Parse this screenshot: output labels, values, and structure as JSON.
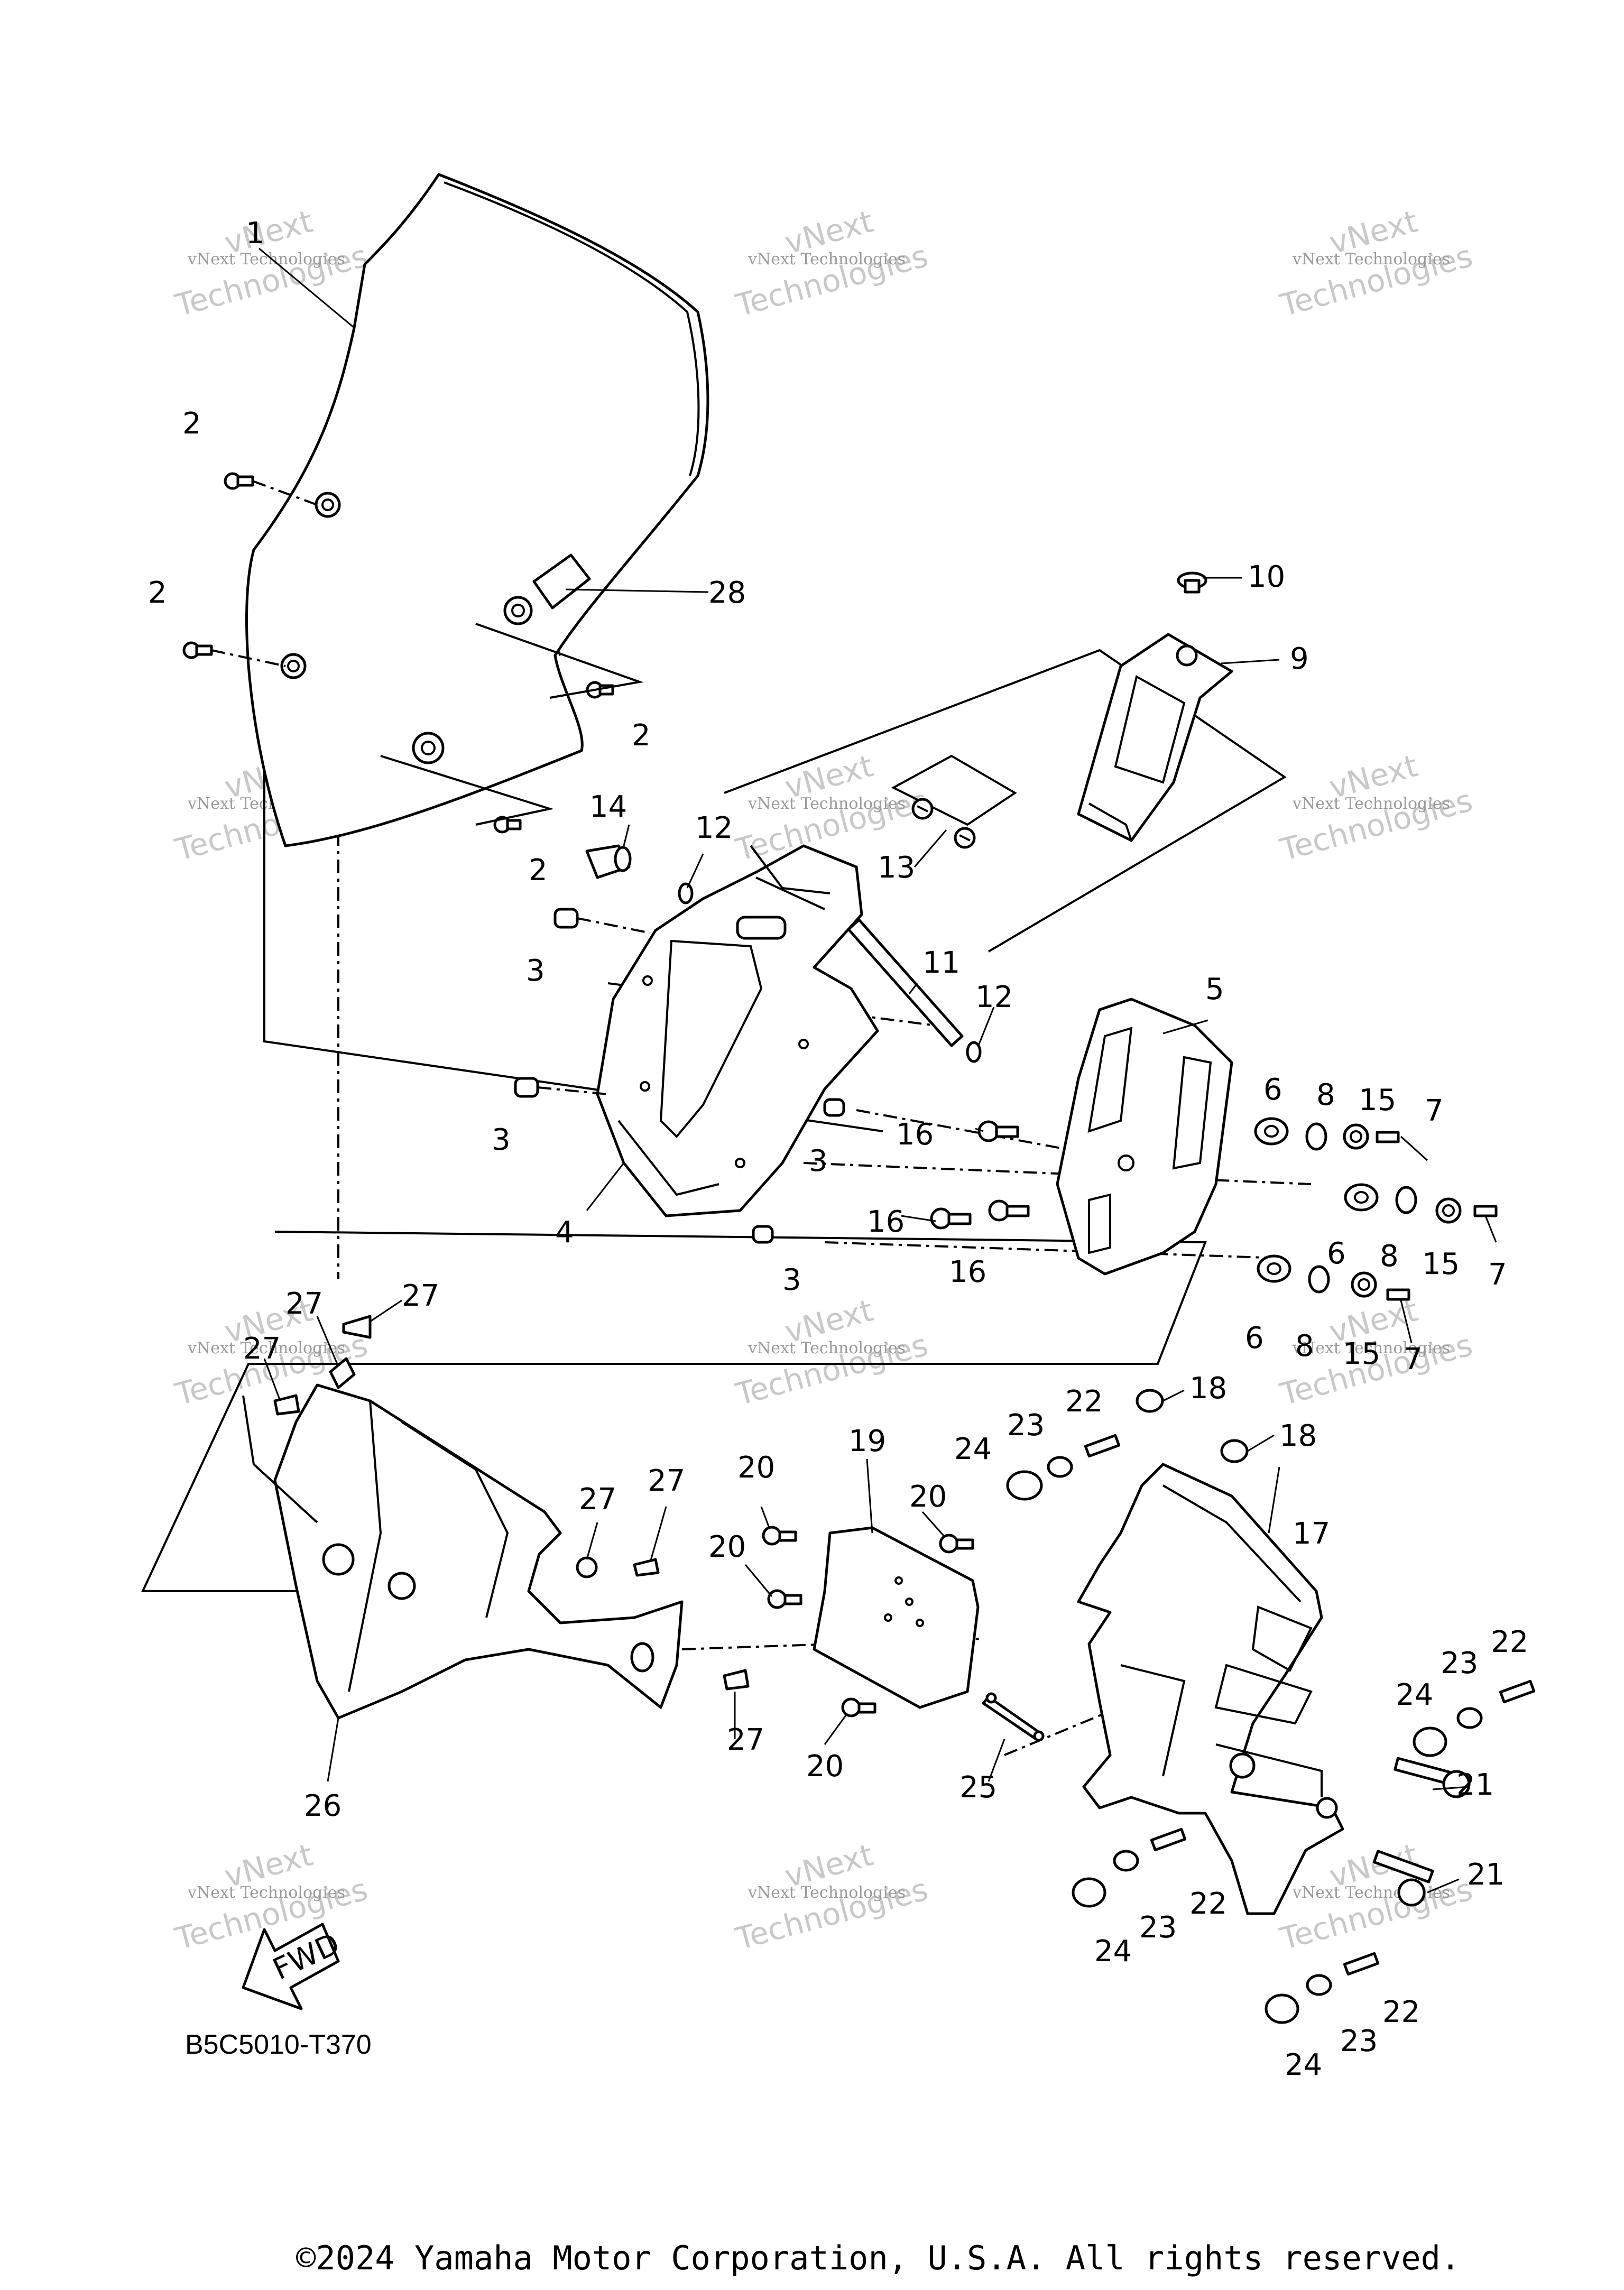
{
  "callouts": [
    {
      "id": "c1",
      "text": "1"
    },
    {
      "id": "c2a",
      "text": "2"
    },
    {
      "id": "c2b",
      "text": "2"
    },
    {
      "id": "c2c",
      "text": "2"
    },
    {
      "id": "c2d",
      "text": "2"
    },
    {
      "id": "c3a",
      "text": "3"
    },
    {
      "id": "c3b",
      "text": "3"
    },
    {
      "id": "c3c",
      "text": "3"
    },
    {
      "id": "c3d",
      "text": "3"
    },
    {
      "id": "c4",
      "text": "4"
    },
    {
      "id": "c5",
      "text": "5"
    },
    {
      "id": "c6a",
      "text": "6"
    },
    {
      "id": "c6b",
      "text": "6"
    },
    {
      "id": "c6c",
      "text": "6"
    },
    {
      "id": "c7a",
      "text": "7"
    },
    {
      "id": "c7b",
      "text": "7"
    },
    {
      "id": "c7c",
      "text": "7"
    },
    {
      "id": "c8a",
      "text": "8"
    },
    {
      "id": "c8b",
      "text": "8"
    },
    {
      "id": "c8c",
      "text": "8"
    },
    {
      "id": "c9",
      "text": "9"
    },
    {
      "id": "c10",
      "text": "10"
    },
    {
      "id": "c11",
      "text": "11"
    },
    {
      "id": "c12a",
      "text": "12"
    },
    {
      "id": "c12b",
      "text": "12"
    },
    {
      "id": "c13",
      "text": "13"
    },
    {
      "id": "c14",
      "text": "14"
    },
    {
      "id": "c15a",
      "text": "15"
    },
    {
      "id": "c15b",
      "text": "15"
    },
    {
      "id": "c15c",
      "text": "15"
    },
    {
      "id": "c16a",
      "text": "16"
    },
    {
      "id": "c16b",
      "text": "16"
    },
    {
      "id": "c16c",
      "text": "16"
    },
    {
      "id": "c17",
      "text": "17"
    },
    {
      "id": "c18a",
      "text": "18"
    },
    {
      "id": "c18b",
      "text": "18"
    },
    {
      "id": "c19",
      "text": "19"
    },
    {
      "id": "c20a",
      "text": "20"
    },
    {
      "id": "c20b",
      "text": "20"
    },
    {
      "id": "c20c",
      "text": "20"
    },
    {
      "id": "c20d",
      "text": "20"
    },
    {
      "id": "c21a",
      "text": "21"
    },
    {
      "id": "c21b",
      "text": "21"
    },
    {
      "id": "c22a",
      "text": "22"
    },
    {
      "id": "c22b",
      "text": "22"
    },
    {
      "id": "c22c",
      "text": "22"
    },
    {
      "id": "c22d",
      "text": "22"
    },
    {
      "id": "c23a",
      "text": "23"
    },
    {
      "id": "c23b",
      "text": "23"
    },
    {
      "id": "c23c",
      "text": "23"
    },
    {
      "id": "c23d",
      "text": "23"
    },
    {
      "id": "c24a",
      "text": "24"
    },
    {
      "id": "c24b",
      "text": "24"
    },
    {
      "id": "c24c",
      "text": "24"
    },
    {
      "id": "c24d",
      "text": "24"
    },
    {
      "id": "c25",
      "text": "25"
    },
    {
      "id": "c26",
      "text": "26"
    },
    {
      "id": "c27a",
      "text": "27"
    },
    {
      "id": "c27b",
      "text": "27"
    },
    {
      "id": "c27c",
      "text": "27"
    },
    {
      "id": "c27d",
      "text": "27"
    },
    {
      "id": "c27e",
      "text": "27"
    },
    {
      "id": "c27f",
      "text": "27"
    },
    {
      "id": "c28",
      "text": "28"
    }
  ],
  "watermark": {
    "line1": "vNext",
    "line2": "vNext Technologies",
    "line3": "Technologies"
  },
  "fwd_label": "FWD",
  "diagram_code": "B5C5010-T370",
  "copyright": "©2024 Yamaha Motor Corporation, U.S.A. All rights reserved."
}
